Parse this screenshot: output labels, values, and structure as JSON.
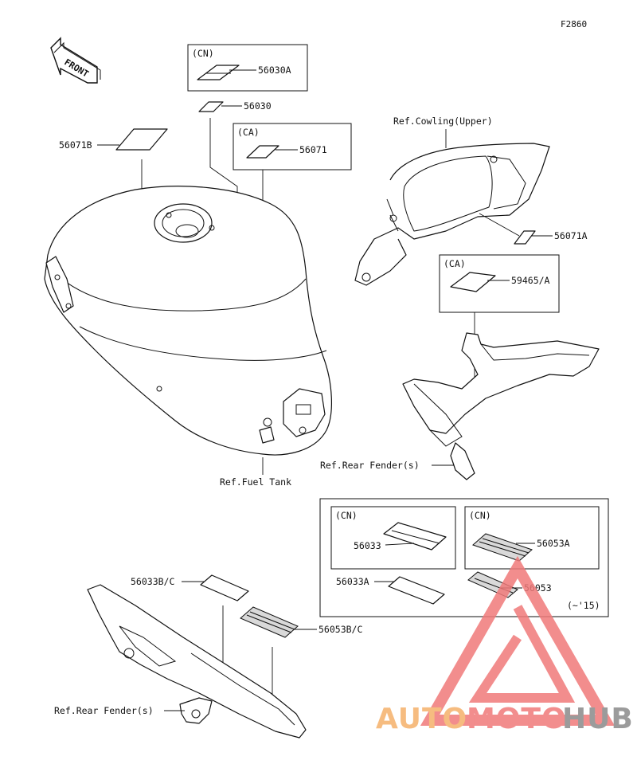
{
  "figure_code": "F2860",
  "front_arrow_label": "FRONT",
  "groups": {
    "cn_top": "(CN)",
    "ca_top": "(CA)",
    "ca_right": "(CA)",
    "cn_left": "(CN)",
    "cn_right": "(CN)"
  },
  "parts": {
    "p56030A": "56030A",
    "p56030": "56030",
    "p56071": "56071",
    "p56071B": "56071B",
    "p56071A": "56071A",
    "p59465": "59465/A",
    "p56033": "56033",
    "p56053A": "56053A",
    "p56033A": "56033A",
    "p56053": "56053",
    "p56033BC": "56033B/C",
    "p56053BC": "56053B/C"
  },
  "references": {
    "cowling_upper": "Ref.Cowling(Upper)",
    "rear_fender_top": "Ref.Rear Fender(s)",
    "fuel_tank": "Ref.Fuel Tank",
    "rear_fender_bottom": "Ref.Rear Fender(s)"
  },
  "note_model_year": "(~'15)",
  "watermark": {
    "word_part1": "AUTO",
    "word_part2": "MOTO",
    "word_part3": "HUB",
    "color_orange": "#f5b16a",
    "color_red": "#f07a7a",
    "color_gray": "#8a8a8a"
  }
}
